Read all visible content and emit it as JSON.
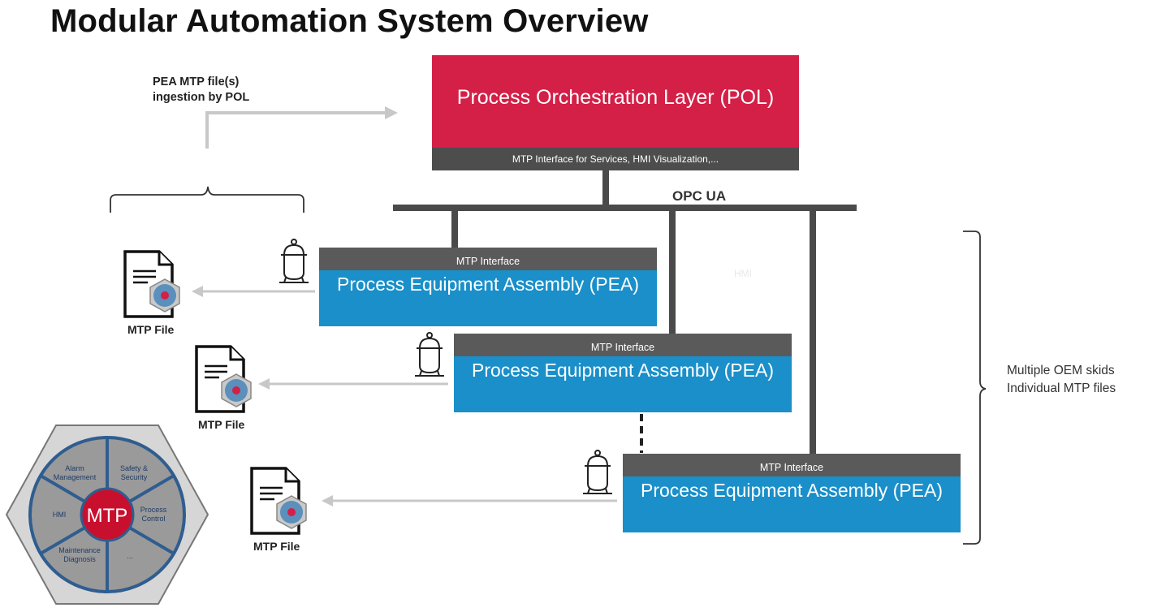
{
  "title": "Modular Automation System Overview",
  "ingestion": {
    "line1": "PEA MTP file(s)",
    "line2": "ingestion by POL"
  },
  "pol": {
    "title": "Process Orchestration Layer (POL)",
    "interface": "MTP Interface for Services, HMI Visualization,..."
  },
  "bus": {
    "label": "OPC UA"
  },
  "peas": [
    {
      "interface": "MTP Interface",
      "title": "Process Equipment Assembly (PEA)"
    },
    {
      "interface": "MTP Interface",
      "title": "Process Equipment Assembly (PEA)"
    },
    {
      "interface": "MTP Interface",
      "title": "Process Equipment Assembly (PEA)"
    }
  ],
  "mtp_files": [
    {
      "label": "MTP File"
    },
    {
      "label": "MTP File"
    },
    {
      "label": "MTP File"
    }
  ],
  "ghost_text": "HMI",
  "oem": {
    "line1": "Multiple OEM skids",
    "line2": "Individual MTP files"
  },
  "hexagon": {
    "center": "MTP",
    "sectors": [
      {
        "line1": "Alarm",
        "line2": "Management"
      },
      {
        "line1": "Safety &",
        "line2": "Security"
      },
      {
        "line1": "Process",
        "line2": "Control"
      },
      {
        "line1": "...",
        "line2": ""
      },
      {
        "line1": "Maintenance",
        "line2": "Diagnosis"
      },
      {
        "line1": "HMI",
        "line2": ""
      }
    ]
  },
  "colors": {
    "pol_red": "#d41f47",
    "pea_blue": "#1a8fc9",
    "bar_gray": "#4d4d4d",
    "line_gray": "#4a4a4a",
    "arrow_gray": "#c8c8c8"
  }
}
